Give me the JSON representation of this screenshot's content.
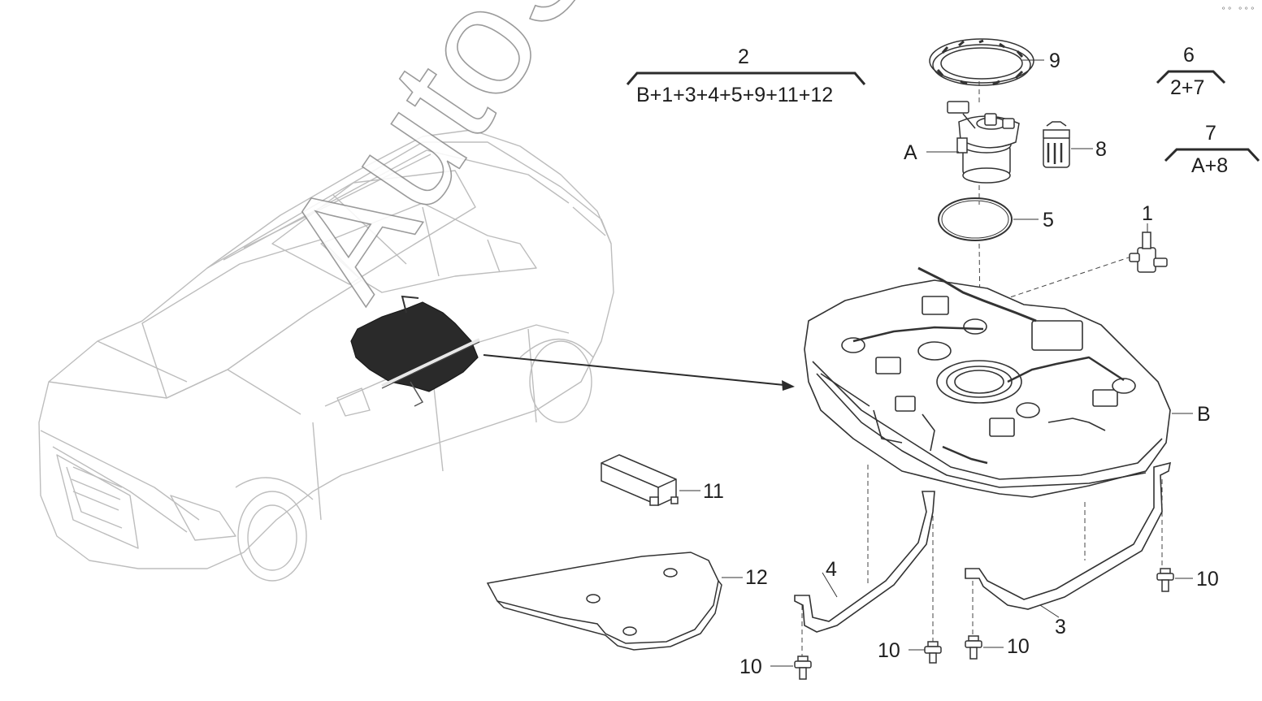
{
  "callouts": {
    "c1": "1",
    "c2": "2",
    "c3": "3",
    "c4": "4",
    "c5": "5",
    "c6": "6",
    "c7": "7",
    "c8": "8",
    "c9": "9",
    "c11": "11",
    "c12": "12",
    "c10a": "10",
    "c10b": "10",
    "c10c": "10",
    "c10d": "10",
    "cA": "A",
    "cB": "B"
  },
  "kits": {
    "k2": "B+1+3+4+5+9+11+12",
    "k6": "2+7",
    "k7": "A+8"
  },
  "watermark": "AutoSoft",
  "corner_mark": "⚬⚬ ⚬⚬⚬",
  "colors": {
    "line": "#3a3a3a",
    "light_line": "#b5b5b5",
    "tank_fill": "#2a2a2a"
  }
}
